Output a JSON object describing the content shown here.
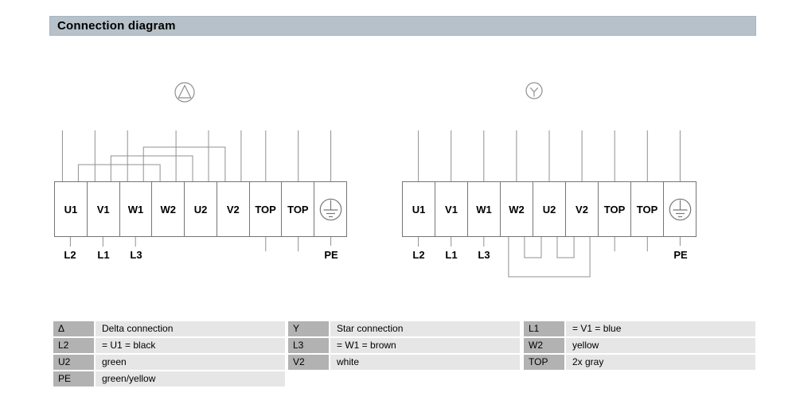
{
  "header": {
    "title": "Connection diagram"
  },
  "diagrams": {
    "delta": {
      "symbol": "delta-in-circle",
      "terminals": [
        "U1",
        "V1",
        "W1",
        "W2",
        "U2",
        "V2",
        "TOP",
        "TOP"
      ],
      "pe_cell_icon": "protective-earth",
      "mains_labels": [
        "L2",
        "L1",
        "L3"
      ],
      "pe_label": "PE"
    },
    "star": {
      "symbol": "star-in-circle",
      "terminals": [
        "U1",
        "V1",
        "W1",
        "W2",
        "U2",
        "V2",
        "TOP",
        "TOP"
      ],
      "pe_cell_icon": "protective-earth",
      "mains_labels": [
        "L2",
        "L1",
        "L3"
      ],
      "pe_label": "PE"
    }
  },
  "legend": {
    "columns": [
      {
        "rows": [
          {
            "key": "Δ",
            "value": "Delta connection"
          },
          {
            "key": "L2",
            "value": "= U1 = black"
          },
          {
            "key": "U2",
            "value": "green"
          },
          {
            "key": "PE",
            "value": "green/yellow"
          }
        ]
      },
      {
        "rows": [
          {
            "key": "Y",
            "value": "Star connection"
          },
          {
            "key": "L3",
            "value": "= W1 = brown"
          },
          {
            "key": "V2",
            "value": "white"
          }
        ]
      },
      {
        "rows": [
          {
            "key": "L1",
            "value": "= V1 = blue"
          },
          {
            "key": "W2",
            "value": "yellow"
          },
          {
            "key": "TOP",
            "value": "2x gray"
          }
        ]
      }
    ]
  },
  "colors": {
    "header_bar": "#b6c1c9",
    "legend_key_bg": "#b2b2b2",
    "legend_value_bg": "#e6e6e6",
    "wire_gray": "#909090"
  }
}
